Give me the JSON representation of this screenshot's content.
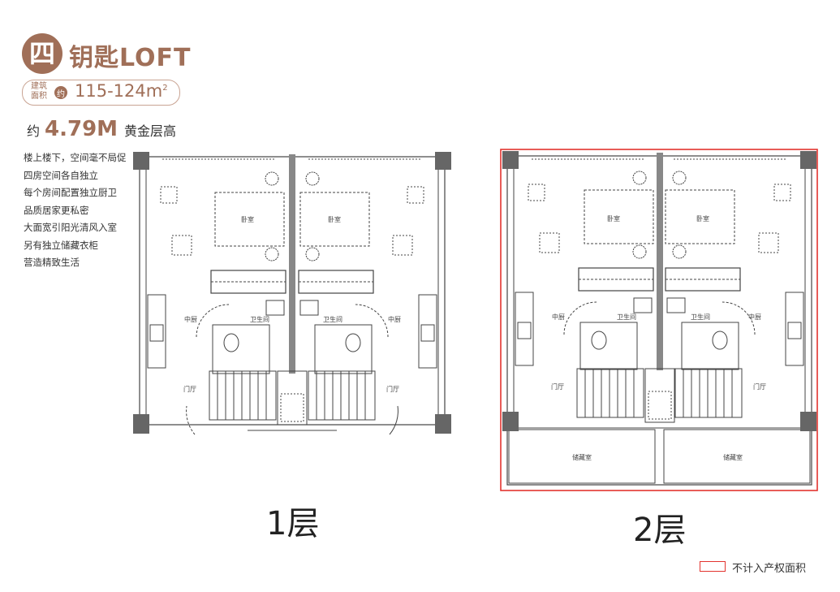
{
  "header": {
    "badge": "四",
    "title": "钥匙LOFT",
    "area_label": "建筑\n面积",
    "area_prefix": "约",
    "area_value": "115-124",
    "area_unit": "m",
    "area_unit_sup": "2",
    "height_prefix": "约",
    "height_value": "4.79M",
    "height_suffix": "黄金层高"
  },
  "features": [
    "楼上楼下，空间毫不局促",
    "四房空间各自独立",
    "每个房间配置独立厨卫",
    "品质居家更私密",
    "大面宽引阳光清风入室",
    "另有独立储藏衣柜",
    "营造精致生活"
  ],
  "floors": [
    {
      "label": "1层",
      "rooms": {
        "bedroom_left": "卧室",
        "bedroom_right": "卧室",
        "kitchen_left": "中厨",
        "kitchen_right": "中厨",
        "bath_left": "卫生间",
        "bath_right": "卫生间",
        "foyer_left": "门厅",
        "foyer_right": "门厅"
      }
    },
    {
      "label": "2层",
      "rooms": {
        "bedroom_left": "卧室",
        "bedroom_right": "卧室",
        "kitchen_left": "中厨",
        "kitchen_right": "中厨",
        "bath_left": "卫生间",
        "bath_right": "卫生间",
        "foyer_left": "门厅",
        "foyer_right": "门厅",
        "storage_left": "储藏室",
        "storage_right": "储藏室"
      }
    }
  ],
  "legend": {
    "text": "不计入产权面积",
    "color": "#e3342f"
  },
  "colors": {
    "accent": "#a06f58",
    "wall": "#444444",
    "column": "#666666",
    "highlight": "#e3342f"
  }
}
